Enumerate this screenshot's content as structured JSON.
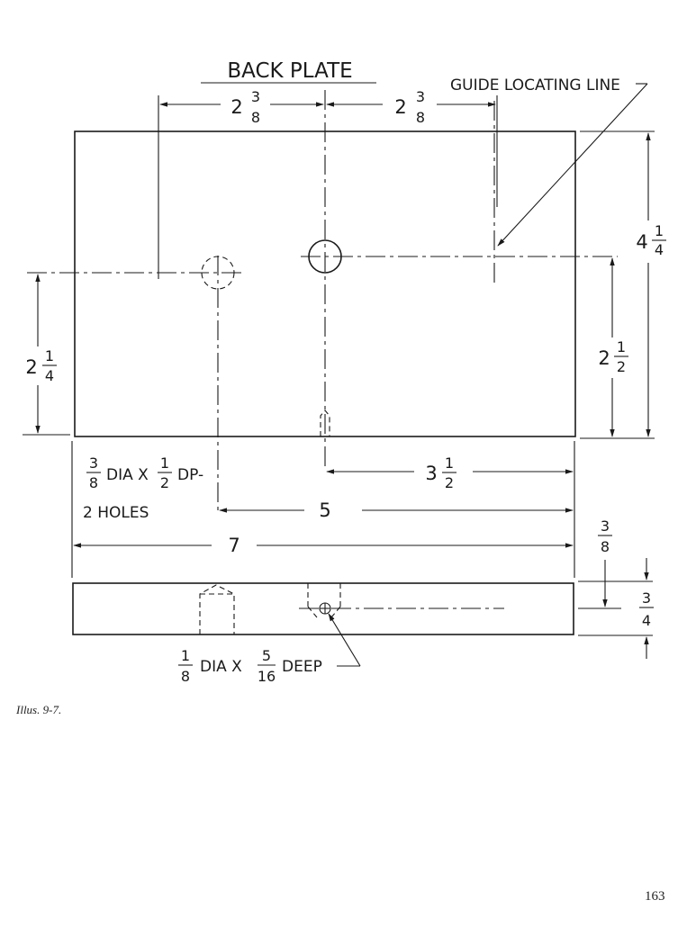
{
  "title": "BACK PLATE",
  "guide_label": "GUIDE LOCATING LINE",
  "dimensions": {
    "d_top_left": {
      "whole": "2",
      "num": "3",
      "den": "8"
    },
    "d_top_right": {
      "whole": "2",
      "num": "3",
      "den": "8"
    },
    "d_height_right": {
      "whole": "4",
      "num": "1",
      "den": "4"
    },
    "d_hole_right": {
      "whole": "2",
      "num": "1",
      "den": "2"
    },
    "d_hole_left": {
      "whole": "2",
      "num": "1",
      "den": "4"
    },
    "d_center_to_edge": {
      "whole": "3",
      "num": "1",
      "den": "2"
    },
    "d_hole_span": "5",
    "d_width": "7",
    "d_thickness_top": {
      "num": "3",
      "den": "8"
    },
    "d_thickness": {
      "num": "3",
      "den": "4"
    }
  },
  "notes": {
    "holes_frac": {
      "num": "3",
      "den": "8"
    },
    "holes_dia": "DIA X",
    "holes_depth": {
      "num": "1",
      "den": "2"
    },
    "holes_dp": "DP-",
    "holes_count": "2 HOLES",
    "pin_frac": {
      "num": "1",
      "den": "8"
    },
    "pin_dia": "DIA X",
    "pin_depth": {
      "num": "5",
      "den": "16"
    },
    "pin_deep": "DEEP"
  },
  "caption": "Illus. 9-7.",
  "page_number": "163"
}
